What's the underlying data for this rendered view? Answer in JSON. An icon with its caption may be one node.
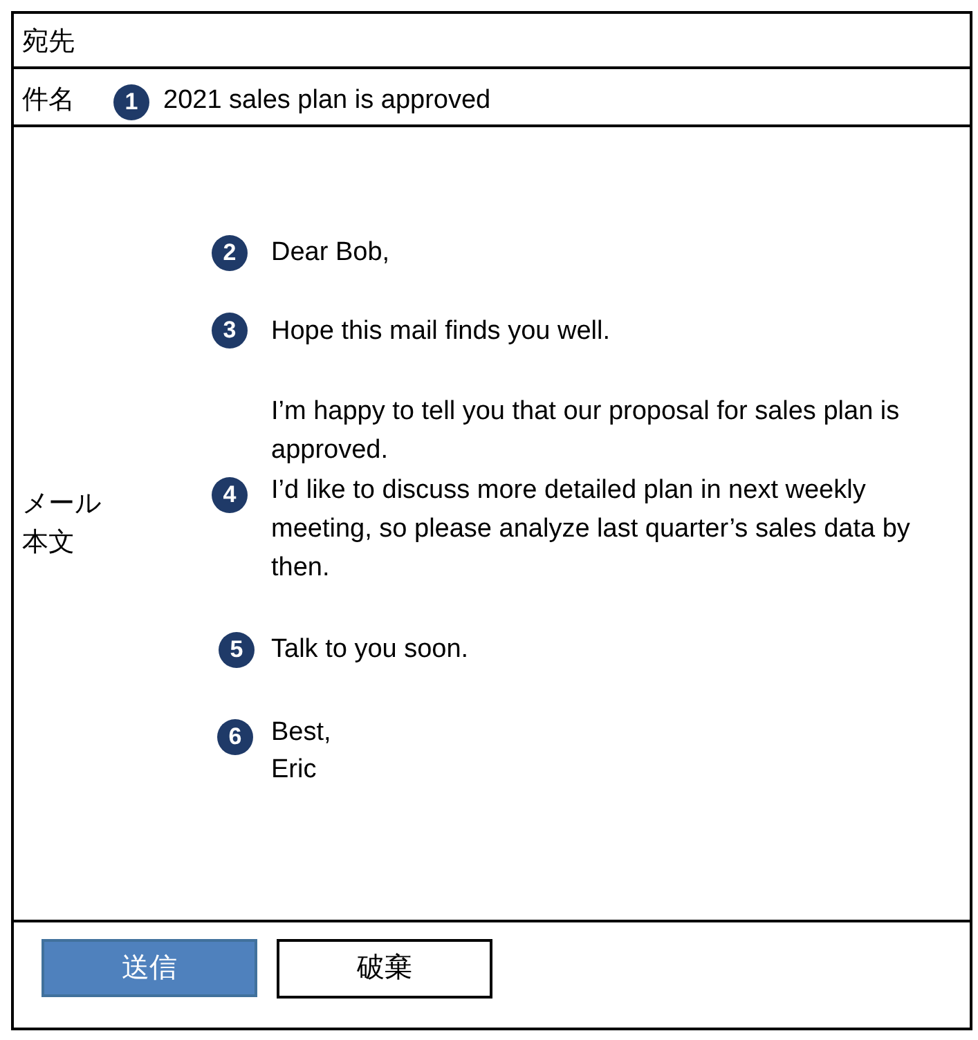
{
  "diagram": {
    "nodes": [
      {
        "text": [
          "送信"
        ]
      },
      {
        "text": [
          "破棄"
        ]
      }
    ],
    "labels": [
      "宛先",
      "件名",
      "1",
      "2021 sales plan is approved",
      "2",
      "Dear Bob,",
      "3",
      "Hope this mail finds you well.",
      "I’m happy to tell you that our proposal for sales plan is approved.",
      "メール本文",
      "4",
      "I’d like to discuss more detailed plan in next weekly meeting, so please analyze last quarter’s sales data by then.",
      "5",
      "Talk to you soon.",
      "6",
      "Best,",
      "Eric"
    ]
  }
}
